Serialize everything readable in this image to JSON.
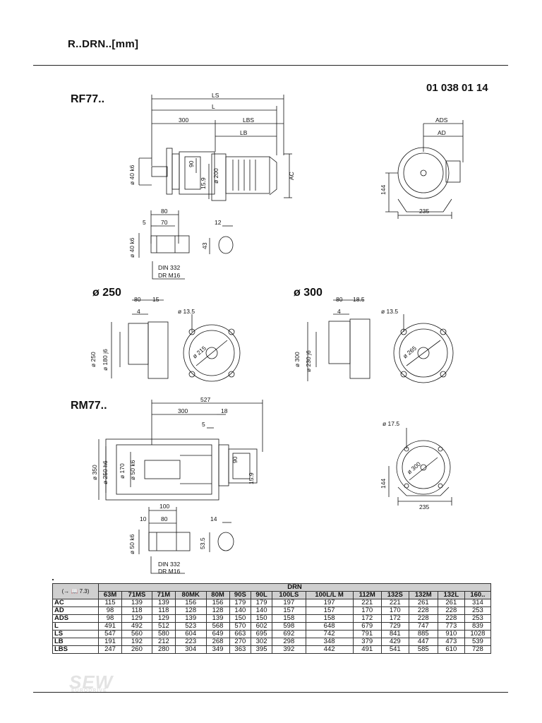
{
  "header": {
    "title": "R..DRN..[mm]",
    "doc_number": "01 038 01 14"
  },
  "sections": {
    "rf77": "RF77..",
    "d250": "ø 250",
    "d300": "ø 300",
    "rm77": "RM77.."
  },
  "dims": {
    "rf_ls": "LS",
    "rf_l": "L",
    "rf_300": "300",
    "rf_lbs": "LBS",
    "rf_lb": "LB",
    "rf_ac": "AC",
    "rf_d40": "ø 40 k6",
    "rf_90": "90",
    "rf_159": "15.9",
    "rf_d200": "ø 200",
    "rf_ads": "ADS",
    "rf_ad": "AD",
    "rf_144": "144",
    "rf_235": "235",
    "sh_80": "80",
    "sh_5": "5",
    "sh_70": "70",
    "sh_d40": "ø 40 k6",
    "sh_12": "12",
    "sh_43": "43",
    "sh_din1": "DIN 332",
    "sh_din2": "DR M16",
    "f250_80": "80",
    "f250_15": "15",
    "f250_4": "4",
    "f250_d250": "ø 250",
    "f250_d180": "ø 180 j6",
    "f250_d135": "ø 13.5",
    "f250_d215": "ø 215",
    "f300_80": "80",
    "f300_185": "18.5",
    "f300_4": "4",
    "f300_d300": "ø 300",
    "f300_d230": "ø 230 j6",
    "f300_d135": "ø 13.5",
    "f300_d265": "ø 265",
    "rm_527": "527",
    "rm_300": "300",
    "rm_18": "18",
    "rm_5": "5",
    "rm_d350": "ø 350",
    "rm_d250": "ø 250 h6",
    "rm_d170": "ø 170",
    "rm_d50": "ø 50 k6",
    "rm_90": "90",
    "rm_159": "15.9",
    "rm_d175": "ø 17.5",
    "rm_d300": "ø 300",
    "rm_144": "144",
    "rm_235": "235",
    "rs_100": "100",
    "rs_10": "10",
    "rs_80": "80",
    "rs_d50": "ø 50 k6",
    "rs_14": "14",
    "rs_535": "53.5",
    "rs_din1": "DIN 332",
    "rs_din2": "DR M16"
  },
  "table": {
    "group_header": "DRN",
    "corner": "(→ 📖 7.3)",
    "columns": [
      "63M",
      "71MS",
      "71M",
      "80MK",
      "80M",
      "90S",
      "90L",
      "100LS",
      "100L/L M",
      "112M",
      "132S",
      "132M",
      "132L",
      "160.."
    ],
    "rows": [
      {
        "label": "AC",
        "values": [
          "115",
          "139",
          "139",
          "156",
          "156",
          "179",
          "179",
          "197",
          "197",
          "221",
          "221",
          "261",
          "261",
          "314"
        ]
      },
      {
        "label": "AD",
        "values": [
          "98",
          "118",
          "118",
          "128",
          "128",
          "140",
          "140",
          "157",
          "157",
          "170",
          "170",
          "228",
          "228",
          "253"
        ]
      },
      {
        "label": "ADS",
        "values": [
          "98",
          "129",
          "129",
          "139",
          "139",
          "150",
          "150",
          "158",
          "158",
          "172",
          "172",
          "228",
          "228",
          "253"
        ]
      },
      {
        "label": "L",
        "values": [
          "491",
          "492",
          "512",
          "523",
          "568",
          "570",
          "602",
          "598",
          "648",
          "679",
          "729",
          "747",
          "773",
          "839"
        ]
      },
      {
        "label": "LS",
        "values": [
          "547",
          "560",
          "580",
          "604",
          "649",
          "663",
          "695",
          "692",
          "742",
          "791",
          "841",
          "885",
          "910",
          "1028"
        ]
      },
      {
        "label": "LB",
        "values": [
          "191",
          "192",
          "212",
          "223",
          "268",
          "270",
          "302",
          "298",
          "348",
          "379",
          "429",
          "447",
          "473",
          "539"
        ]
      },
      {
        "label": "LBS",
        "values": [
          "247",
          "260",
          "280",
          "304",
          "349",
          "363",
          "395",
          "392",
          "442",
          "491",
          "541",
          "585",
          "610",
          "728"
        ]
      }
    ]
  },
  "footer": {
    "logo": "SEW",
    "logo_sub": "EURODRIVE"
  }
}
